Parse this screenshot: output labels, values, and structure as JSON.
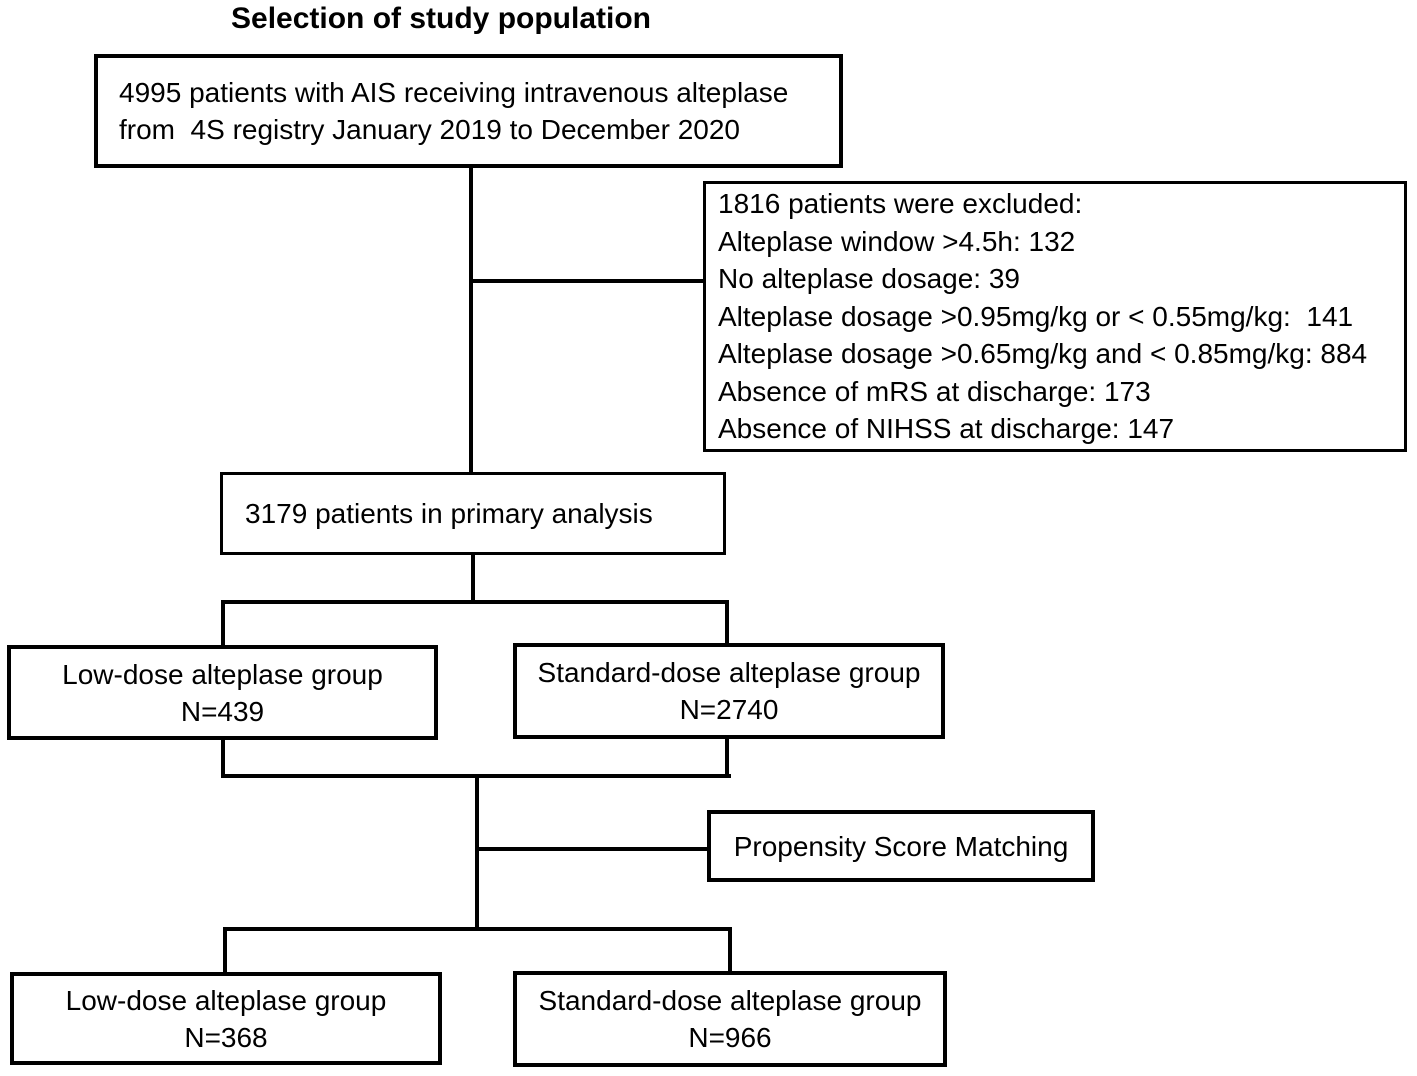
{
  "title": "Selection of study population",
  "boxes": {
    "initial": {
      "line1": "4995 patients with AIS receiving intravenous alteplase",
      "line2": "from  4S registry January 2019 to December 2020"
    },
    "excluded": {
      "lines": [
        "1816 patients were excluded:",
        "Alteplase window >4.5h: 132",
        "No alteplase dosage: 39",
        "Alteplase dosage >0.95mg/kg or < 0.55mg/kg:  141",
        "Alteplase dosage >0.65mg/kg and < 0.85mg/kg: 884",
        "Absence of mRS at discharge: 173",
        "Absence of NIHSS at discharge: 147"
      ]
    },
    "primary": {
      "text": "3179 patients in primary analysis"
    },
    "low_dose_unmatched": {
      "name": "Low-dose alteplase group",
      "n": "N=439"
    },
    "standard_dose_unmatched": {
      "name": "Standard-dose alteplase group",
      "n": "N=2740"
    },
    "psm": {
      "text": "Propensity Score Matching"
    },
    "low_dose_matched": {
      "name": "Low-dose alteplase group",
      "n": "N=368"
    },
    "standard_dose_matched": {
      "name": "Standard-dose alteplase group",
      "n": "N=966"
    }
  },
  "colors": {
    "background": "#ffffff",
    "line": "#000000",
    "text": "#000000"
  }
}
